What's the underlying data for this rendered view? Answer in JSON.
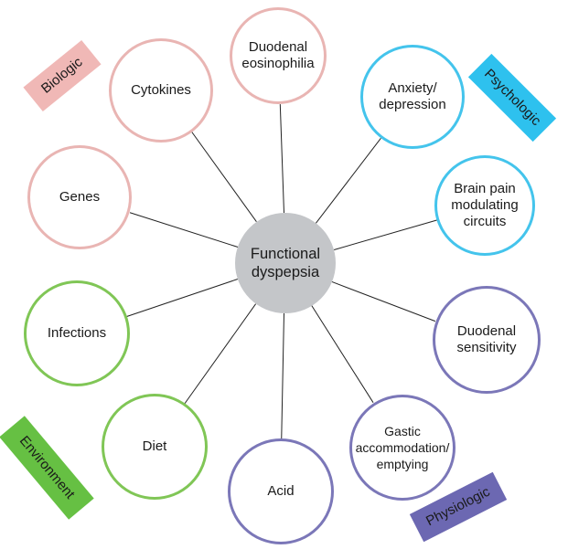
{
  "diagram": {
    "center": {
      "label": "Functional\ndyspepsia",
      "color": "#c4c6c9"
    },
    "groups": {
      "biologic": {
        "label": "Biologic",
        "color": "#f0b8b6",
        "border": "#e9b5b3"
      },
      "psychologic": {
        "label": "Psychologic",
        "color": "#2ec1ee",
        "border": "#44c4ec"
      },
      "physiologic": {
        "label": "Physiologic",
        "color": "#6c68b2",
        "border": "#7b77b8"
      },
      "environment": {
        "label": "Environment",
        "color": "#66c043",
        "border": "#80c656"
      }
    },
    "nodes": [
      {
        "id": "duodenal-eosinophilia",
        "label": "Duodenal\neosinophilia",
        "group": "biologic"
      },
      {
        "id": "anxiety-depression",
        "label": "Anxiety/\ndepression",
        "group": "psychologic"
      },
      {
        "id": "brain-pain-modulating-circuits",
        "label": "Brain pain\nmodulating\ncircuits",
        "group": "psychologic"
      },
      {
        "id": "duodenal-sensitivity",
        "label": "Duodenal\nsensitivity",
        "group": "physiologic"
      },
      {
        "id": "gastric-accommodation-emptying",
        "label": "Gastic\naccommodation/\nemptying",
        "group": "physiologic"
      },
      {
        "id": "acid",
        "label": "Acid",
        "group": "physiologic"
      },
      {
        "id": "diet",
        "label": "Diet",
        "group": "environment"
      },
      {
        "id": "infections",
        "label": "Infections",
        "group": "environment"
      },
      {
        "id": "genes",
        "label": "Genes",
        "group": "biologic"
      },
      {
        "id": "cytokines",
        "label": "Cytokines",
        "group": "biologic"
      }
    ]
  }
}
